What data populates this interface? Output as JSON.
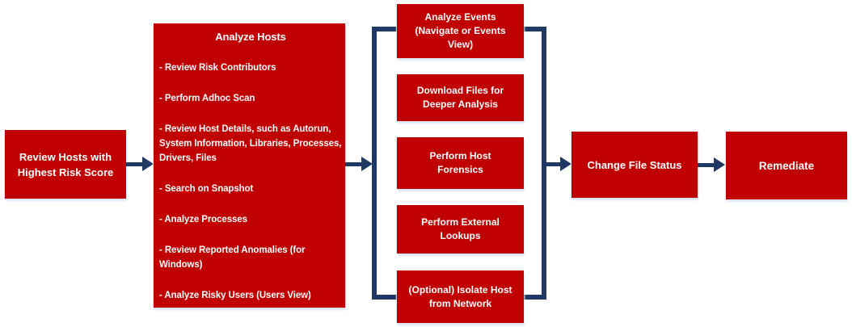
{
  "nodes": {
    "review_hosts": {
      "label": "Review Hosts with Highest Risk Score"
    },
    "analyze_hosts": {
      "title": "Analyze Hosts",
      "items": [
        "- Review Risk Contributors",
        "- Perform Adhoc Scan",
        "- Review Host Details, such as Autorun, System Information, Libraries, Processes, Drivers, Files",
        "- Search on Snapshot",
        "- Analyze Processes",
        "- Review Reported Anomalies (for Windows)",
        "- Analyze Risky Users (Users View)"
      ]
    },
    "analysis_options": [
      "Analyze Events (Navigate or Events View)",
      "Download Files for Deeper Analysis",
      "Perform Host Forensics",
      "Perform External Lookups",
      "(Optional) Isolate Host from Network"
    ],
    "change_file_status": {
      "label": "Change File Status"
    },
    "remediate": {
      "label": "Remediate"
    }
  },
  "colors": {
    "box_fill": "#C00000",
    "connector": "#1F3864",
    "text": "#FFFFFF",
    "shadow": "#DCE6F1"
  }
}
